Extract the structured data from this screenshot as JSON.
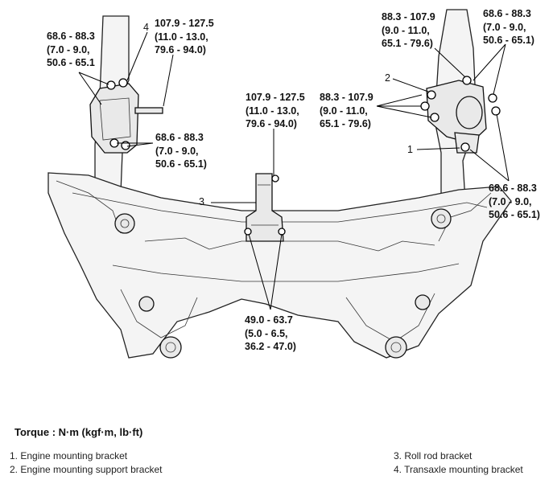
{
  "torque_labels": {
    "left_top": [
      "68.6 - 88.3",
      "(7.0 - 9.0,",
      "50.6 - 65.1"
    ],
    "top_left_bracket": [
      "107.9 - 127.5",
      "(11.0 - 13.0,",
      "79.6 - 94.0)"
    ],
    "left_lower": [
      "68.6 - 88.3",
      "(7.0 - 9.0,",
      "50.6 - 65.1)"
    ],
    "center_top": [
      "107.9 - 127.5",
      "(11.0 - 13.0,",
      "79.6 - 94.0)"
    ],
    "center_bottom": [
      "49.0 - 63.7",
      "(5.0 - 6.5,",
      "36.2 - 47.0)"
    ],
    "right_top_a": [
      "88.3 - 107.9",
      "(9.0 - 11.0,",
      "65.1 - 79.6)"
    ],
    "right_top_b": [
      "68.6 - 88.3",
      "(7.0 - 9.0,",
      "50.6 - 65.1)"
    ],
    "right_mid": [
      "88.3 - 107.9",
      "(9.0 - 11.0,",
      "65.1 - 79.6)"
    ],
    "right_lower": [
      "68.6 - 88.3",
      "(7.0 - 9.0,",
      "50.6 - 65.1)"
    ]
  },
  "callouts": {
    "c1": "1",
    "c2": "2",
    "c3": "3",
    "c4": "4"
  },
  "legend": {
    "heading": "Torque : N·m (kgf·m, lb·ft)",
    "items": [
      "1. Engine mounting bracket",
      "2. Engine mounting support bracket",
      "3. Roll rod bracket",
      "4. Transaxle mounting bracket"
    ]
  }
}
